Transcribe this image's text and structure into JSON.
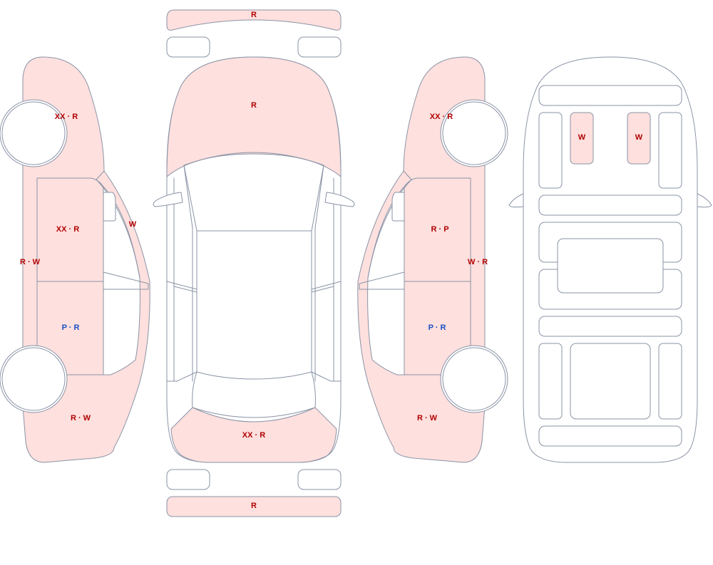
{
  "colors": {
    "damaged_fill": "#fee0de",
    "plain_fill": "#ffffff",
    "outline": "#8a93a6",
    "label_red": "#b00000",
    "label_blue": "#1a50c4"
  },
  "legend_codes": [
    "XX",
    "R",
    "W",
    "P"
  ],
  "labels": {
    "top_bumper": "R",
    "hood": "R",
    "trunk": "XX · R",
    "rear_bumper": "R",
    "left_front_fender": "XX · R",
    "left_front_door": "XX · R",
    "left_a_pillar": "W",
    "left_rocker": "R · W",
    "left_rear_door": "P · R",
    "left_rear_quarter": "R · W",
    "right_front_fender": "XX · R",
    "right_front_door": "R · P",
    "right_rocker": "W · R",
    "right_rear_door": "P · R",
    "right_rear_quarter": "R · W",
    "front_left_strut": "W",
    "front_right_strut": "W"
  }
}
